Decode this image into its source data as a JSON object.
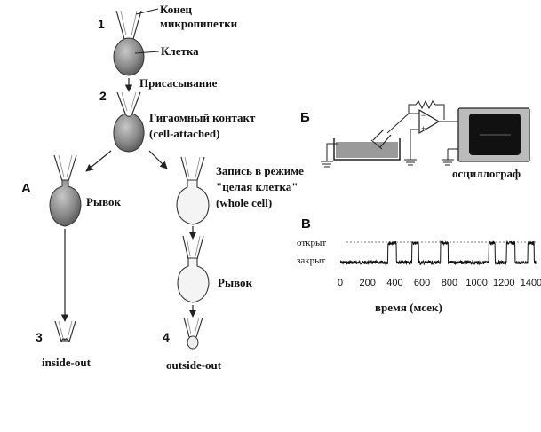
{
  "diagram": {
    "numbers": [
      "1",
      "2",
      "3",
      "4"
    ],
    "labels": {
      "pipette_tip": "Конец",
      "pipette_tip2": "микропипетки",
      "cell": "Клетка",
      "suction": "Присасывание",
      "gigaseal": "Гигаомный контакт",
      "cell_attached": "(cell-attached)",
      "jerk_left": "Рывок",
      "whole_cell_1": "Запись в режиме",
      "whole_cell_2": "\"целая клетка\"",
      "whole_cell_3": "(whole cell)",
      "jerk_right": "Рывок",
      "inside_out": "inside-out",
      "outside_out": "outside-out"
    },
    "panels": {
      "a": "А",
      "b": "Б",
      "c": "В"
    },
    "oscilloscope": "осциллограф"
  },
  "chart_data": {
    "type": "line",
    "title": "",
    "xlabel": "время (мсек)",
    "ylabel": "",
    "x_ticks": [
      0,
      200,
      400,
      600,
      800,
      1000,
      1200,
      1400
    ],
    "xlim": [
      0,
      1450
    ],
    "state_labels": [
      "открыт",
      "закрыт"
    ],
    "series": [
      {
        "open_intervals_ms": [
          [
            350,
            410
          ],
          [
            525,
            575
          ],
          [
            735,
            790
          ],
          [
            1090,
            1135
          ],
          [
            1220,
            1280
          ],
          [
            1375,
            1420
          ]
        ]
      }
    ]
  }
}
